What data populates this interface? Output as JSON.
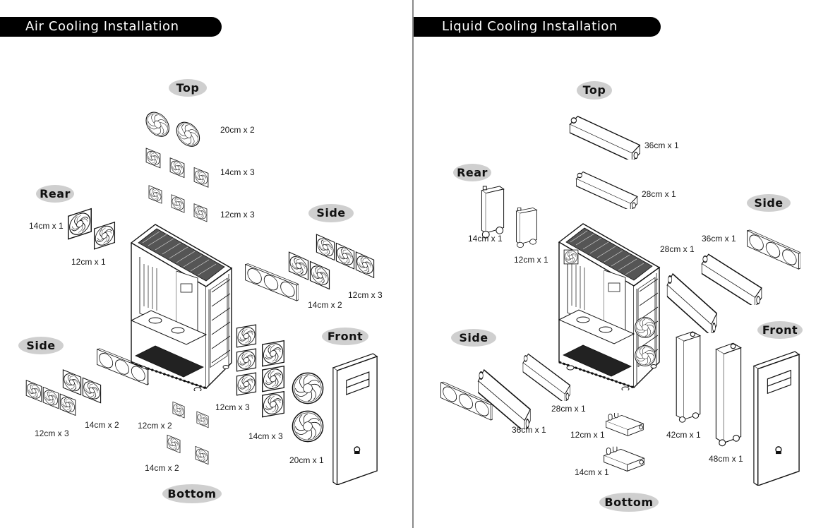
{
  "air": {
    "title": "Air Cooling Installation",
    "sections": {
      "top": "Top",
      "rear": "Rear",
      "side_right": "Side",
      "side_left": "Side",
      "front": "Front",
      "bottom": "Bottom"
    },
    "labels": {
      "top_20": "20cm x 2",
      "top_14": "14cm x 3",
      "top_12": "12cm x 3",
      "rear_14": "14cm x 1",
      "rear_12": "12cm x 1",
      "side_r_14": "14cm x 2",
      "side_r_12": "12cm x 3",
      "side_l_12": "12cm x 3",
      "side_l_14": "14cm x 2",
      "bottom_12": "12cm x 2",
      "bottom_14": "14cm x 2",
      "front_12": "12cm x 3",
      "front_14": "14cm x 3",
      "front_20": "20cm x 1"
    }
  },
  "liquid": {
    "title": "Liquid Cooling Installation",
    "sections": {
      "top": "Top",
      "rear": "Rear",
      "side_right": "Side",
      "side_left": "Side",
      "front": "Front",
      "bottom": "Bottom"
    },
    "labels": {
      "top_36": "36cm x 1",
      "top_28": "28cm x 1",
      "rear_14": "14cm x 1",
      "rear_12": "12cm x 1",
      "side_r_28": "28cm x 1",
      "side_r_36": "36cm x 1",
      "side_l_28": "28cm x 1",
      "side_l_36": "36cm x 1",
      "bottom_12": "12cm x 1",
      "bottom_14": "14cm x 1",
      "front_42": "42cm x 1",
      "front_48": "48cm x 1"
    }
  }
}
